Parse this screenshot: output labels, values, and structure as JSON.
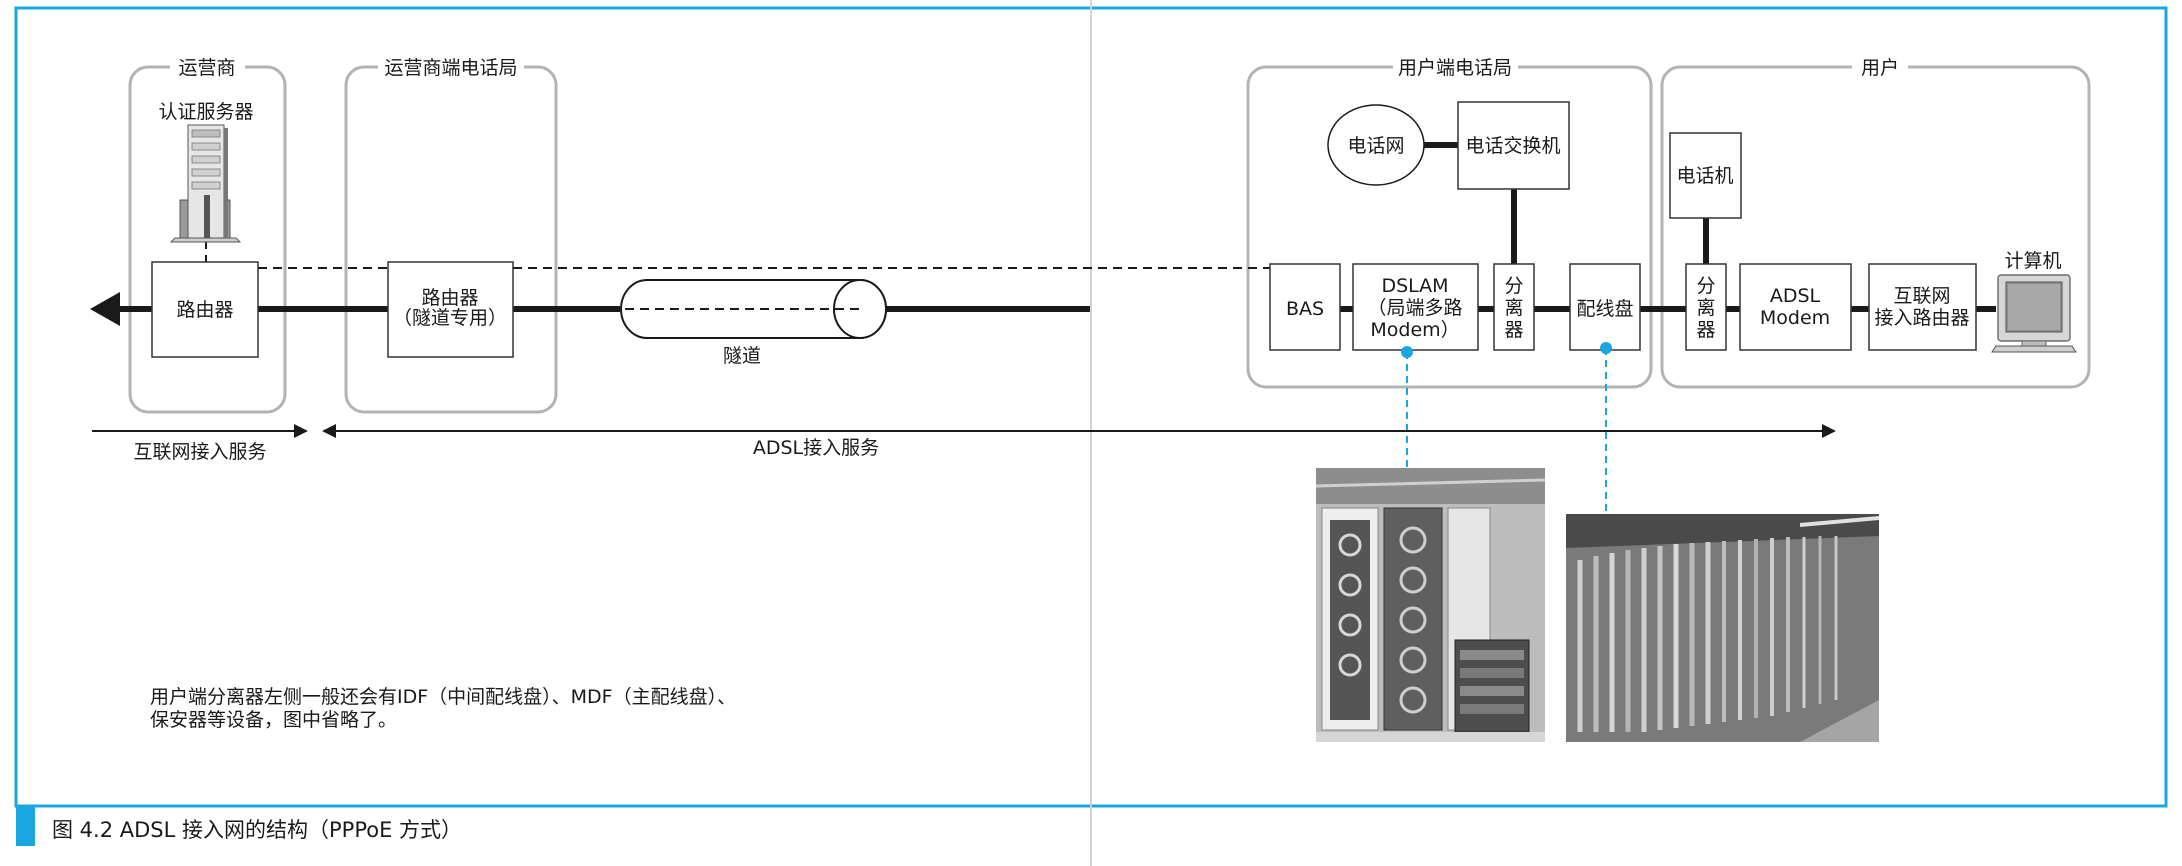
{
  "groups": {
    "carrier": "运营商",
    "carrier_office": "运营商端电话局",
    "user_office": "用户端电话局",
    "user": "用户"
  },
  "nodes": {
    "auth_server": "认证服务器",
    "router_carrier": "路由器",
    "router_tunnel_l1": "路由器",
    "router_tunnel_l2": "（隧道专用）",
    "tunnel": "隧道",
    "phone_network": "电话网",
    "phone_switch": "电话交换机",
    "bas": "BAS",
    "dslam_l1": "DSLAM",
    "dslam_l2": "（局端多路",
    "dslam_l3": "Modem）",
    "splitter_office": [
      "分",
      "离",
      "器"
    ],
    "distribution_frame": "配线盘",
    "telephone": "电话机",
    "splitter_user": [
      "分",
      "离",
      "器"
    ],
    "adsl_modem_l1": "ADSL",
    "adsl_modem_l2": "Modem",
    "access_router_l1": "互联网",
    "access_router_l2": "接入路由器",
    "computer": "计算机"
  },
  "services": {
    "internet": "互联网接入服务",
    "adsl": "ADSL接入服务"
  },
  "note": {
    "line1": "用户端分离器左侧一般还会有IDF（中间配线盘）、MDF（主配线盘）、",
    "line2": "保安器等设备，图中省略了。"
  },
  "caption": "图 4.2   ADSL 接入网的结构（PPPoE 方式）",
  "colors": {
    "frame": "#1aa7e0",
    "caption_tab": "#1aa7e0",
    "group_border": "#b3b3b3",
    "line": "#1a1a1a"
  }
}
